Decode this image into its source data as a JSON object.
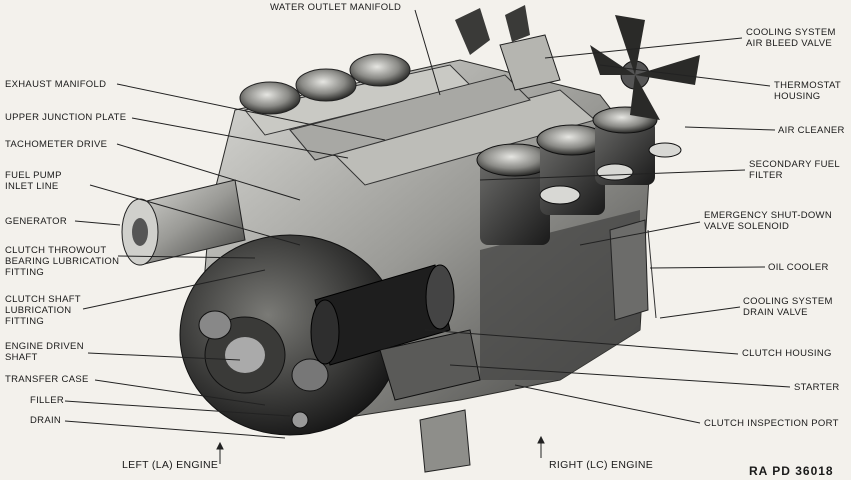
{
  "labels_left": [
    "EXHAUST MANIFOLD",
    "UPPER JUNCTION PLATE",
    "TACHOMETER DRIVE",
    "FUEL PUMP\nINLET LINE",
    "GENERATOR",
    "CLUTCH THROWOUT\nBEARING LUBRICATION\nFITTING",
    "CLUTCH SHAFT\nLUBRICATION\nFITTING",
    "ENGINE DRIVEN\nSHAFT",
    "TRANSFER CASE",
    "FILLER",
    "DRAIN"
  ],
  "labels_right": [
    "COOLING SYSTEM\nAIR BLEED VALVE",
    "THERMOSTAT\nHOUSING",
    "AIR CLEANER",
    "SECONDARY FUEL\nFILTER",
    "EMERGENCY SHUT-DOWN\nVALVE SOLENOID",
    "OIL COOLER",
    "COOLING SYSTEM\nDRAIN VALVE",
    "CLUTCH HOUSING",
    "STARTER",
    "CLUTCH INSPECTION PORT"
  ],
  "label_top": "WATER OUTLET MANIFOLD",
  "caption_left": "LEFT (LA) ENGINE",
  "caption_right": "RIGHT (LC) ENGINE",
  "plate_id": "RA  PD  36018"
}
